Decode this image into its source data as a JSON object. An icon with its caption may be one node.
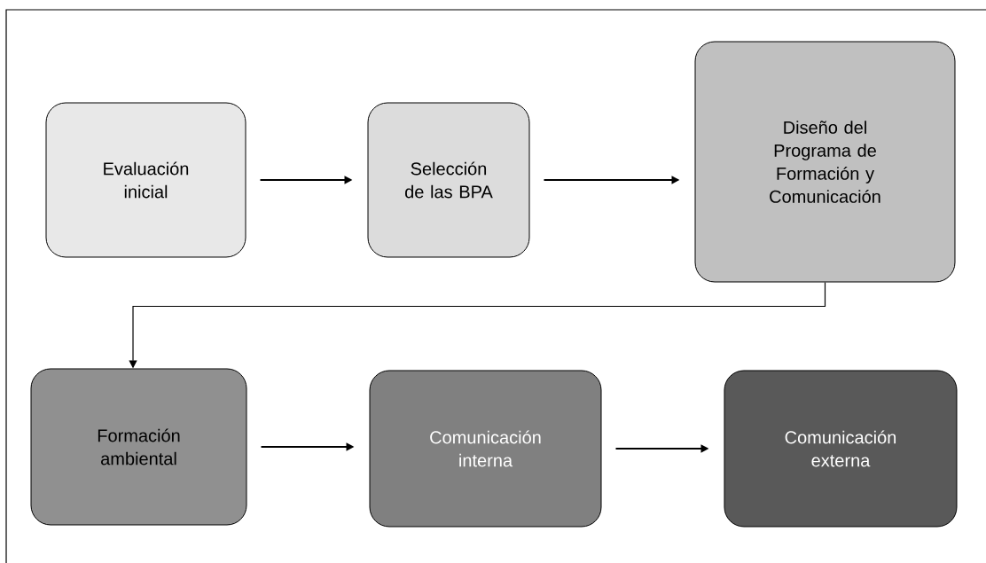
{
  "diagram": {
    "nodes": [
      {
        "text": [
          "Evaluación inicial"
        ]
      },
      {
        "text": [
          "Selección de las BPA"
        ]
      },
      {
        "text": [
          "Diseño del Programa de Formación y Comunicación"
        ]
      },
      {
        "text": [
          "Formación ambiental"
        ]
      },
      {
        "text": [
          "Comunicación interna"
        ]
      },
      {
        "text": [
          "Comunicación externa"
        ]
      }
    ],
    "edges": [
      {
        "from": 0,
        "to": 1,
        "arrow": "to"
      },
      {
        "from": 1,
        "to": 2,
        "arrow": "to"
      },
      {
        "from": 2,
        "to": 3,
        "arrow": "to"
      },
      {
        "from": 3,
        "to": 4,
        "arrow": "to"
      },
      {
        "from": 4,
        "to": 5,
        "arrow": "to"
      }
    ]
  }
}
